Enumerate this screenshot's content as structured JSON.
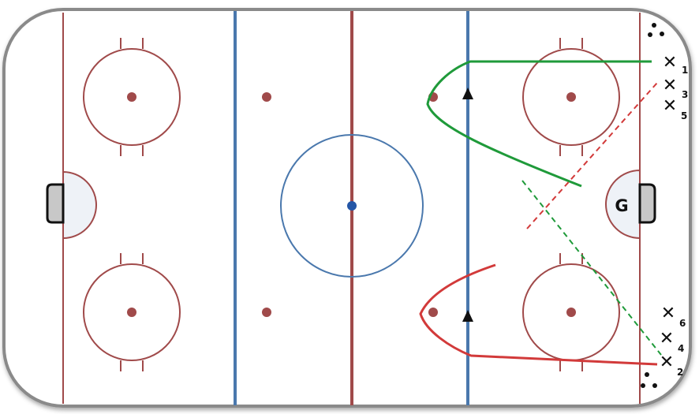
{
  "diagram": {
    "goalie_label": "G",
    "players": [
      {
        "number": "1"
      },
      {
        "number": "3"
      },
      {
        "number": "5"
      },
      {
        "number": "6"
      },
      {
        "number": "4"
      },
      {
        "number": "2"
      }
    ],
    "marker_symbol": "✕",
    "colors": {
      "rink_red": "#a04a4a",
      "blue_line": "#4a78ad",
      "center_blue": "#2456a6",
      "crease_fill": "#eef2f7",
      "path_green": "#1f9a3a",
      "path_red": "#d23a3a",
      "boards": "#555555"
    }
  }
}
